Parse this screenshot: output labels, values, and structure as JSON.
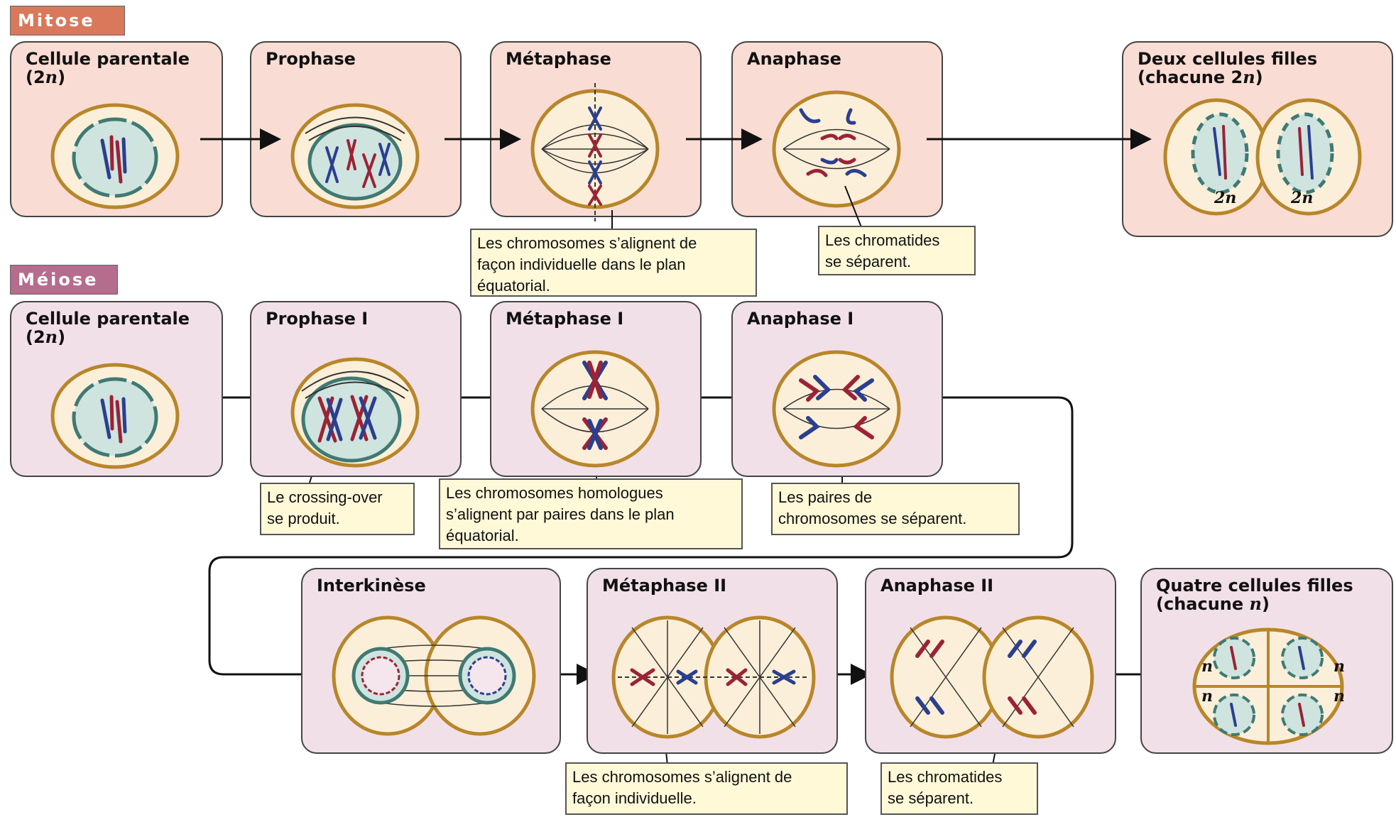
{
  "sections": {
    "mitosis": "Mitose",
    "meiosis": "Méiose"
  },
  "mitosis": {
    "parent": {
      "title": "Cellule parentale",
      "sub_pre": "(2",
      "sub_n": "n",
      "sub_post": ")"
    },
    "prophase": {
      "title": "Prophase"
    },
    "metaphase": {
      "title": "Métaphase"
    },
    "anaphase": {
      "title": "Anaphase"
    },
    "daughters": {
      "title": "Deux cellules filles",
      "sub_pre": "(chacune 2",
      "sub_n": "n",
      "sub_post": ")",
      "cell_label_pre": "2",
      "cell_label_n": "n"
    },
    "note_metaphase": [
      "Les chromosomes s’alignent de",
      "façon individuelle dans le plan",
      "équatorial."
    ],
    "note_anaphase": [
      "Les chromatides",
      "se séparent."
    ]
  },
  "meiosis": {
    "parent": {
      "title": "Cellule parentale",
      "sub_pre": "(2",
      "sub_n": "n",
      "sub_post": ")"
    },
    "prophase1": {
      "title": "Prophase I"
    },
    "metaphase1": {
      "title": "Métaphase I"
    },
    "anaphase1": {
      "title": "Anaphase I"
    },
    "interkinesis": {
      "title": "Interkinèse"
    },
    "metaphase2": {
      "title": "Métaphase II"
    },
    "anaphase2": {
      "title": "Anaphase II"
    },
    "four": {
      "title": "Quatre cellules filles",
      "sub_pre": "(chacune ",
      "sub_n": "n",
      "sub_post": ")",
      "cell_label": "n"
    },
    "note_crossing": [
      "Le crossing-over",
      "se produit."
    ],
    "note_homologs": [
      "Les chromosomes homologues",
      "s’alignent par paires dans le plan",
      "équatorial."
    ],
    "note_pairs": [
      "Les paires de",
      "chromosomes se séparent."
    ],
    "note_meta2": [
      "Les chromosomes s’alignent de",
      "façon individuelle."
    ],
    "note_ana2": [
      "Les chromatides",
      "se séparent."
    ]
  },
  "colors": {
    "mitosis_tag": "#d9785a",
    "meiosis_tag": "#b56c8d",
    "mitosis_panel": "#f9dcd3",
    "meiosis_panel": "#f2e0e8",
    "cell_border": "#b8862a",
    "nucleus": "#cfe3df",
    "chrom_red": "#9b2335",
    "chrom_blue": "#2b3f8f",
    "note_bg": "#fff9d8"
  }
}
